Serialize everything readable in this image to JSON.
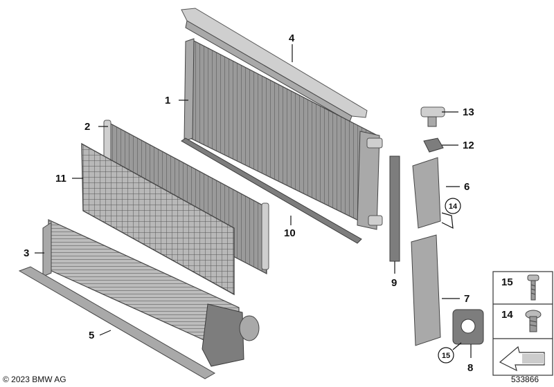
{
  "callouts": {
    "c1": "1",
    "c2": "2",
    "c3": "3",
    "c4": "4",
    "c5": "5",
    "c6": "6",
    "c7": "7",
    "c8": "8",
    "c9": "9",
    "c10": "10",
    "c11": "11",
    "c12": "12",
    "c13": "13",
    "c14_circled": "14",
    "c15_circled": "15"
  },
  "legend": {
    "item_15": "15",
    "item_14": "14"
  },
  "footer": {
    "copyright": "© 2023 BMW AG",
    "reference_number": "533866"
  },
  "colors": {
    "part_dark": "#7d7d7d",
    "part_mid": "#a9a9a9",
    "part_light": "#cfcfcf",
    "line": "#111111"
  }
}
